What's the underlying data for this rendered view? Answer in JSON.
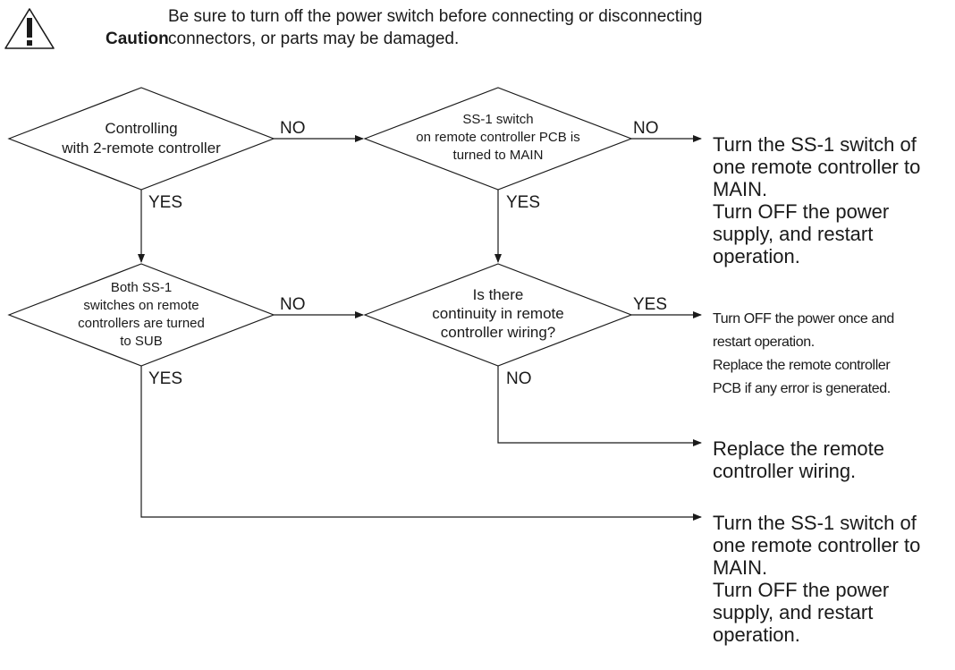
{
  "caution": {
    "icon": "warning-triangle-exclamation-icon",
    "label": "Caution",
    "line1": "Be sure to turn off the power switch before connecting or disconnecting",
    "line2": "connectors, or parts may be damaged."
  },
  "decisions": {
    "two_remote": {
      "line1": "Controlling",
      "line2": "with 2-remote controller"
    },
    "ss1_main": {
      "line1": "SS-1 switch",
      "line2": "on remote controller PCB is",
      "line3": "turned to MAIN"
    },
    "both_sub": {
      "line1": "Both SS-1",
      "line2": "switches on remote",
      "line3": "controllers are turned",
      "line4": "to SUB"
    },
    "continuity": {
      "line1": "Is there",
      "line2": "continuity in remote",
      "line3": "controller wiring?"
    }
  },
  "edges": {
    "two_remote_no": "NO",
    "two_remote_yes": "YES",
    "ss1_main_no": "NO",
    "ss1_main_yes": "YES",
    "both_sub_no": "NO",
    "both_sub_yes": "YES",
    "continuity_yes": "YES",
    "continuity_no": "NO"
  },
  "outcomes": {
    "ss1_to_main_1": {
      "line1": "Turn the SS-1 switch of",
      "line2": "one remote controller to",
      "line3": "MAIN.",
      "line4": "Turn OFF the power",
      "line5": "supply, and restart",
      "line6": "operation."
    },
    "restart_replace_pcb": {
      "line1": "Turn OFF the power once and",
      "line2": "restart operation.",
      "line3": "Replace the remote controller",
      "line4": "PCB if any error is generated."
    },
    "replace_wiring": {
      "line1": "Replace the remote",
      "line2": "controller wiring."
    },
    "ss1_to_main_2": {
      "line1": "Turn the SS-1 switch of",
      "line2": "one remote controller to",
      "line3": "MAIN.",
      "line4": "Turn OFF the power",
      "line5": "supply, and restart",
      "line6": "operation."
    }
  },
  "colors": {
    "ink": "#1a1a1a",
    "background": "#ffffff"
  }
}
